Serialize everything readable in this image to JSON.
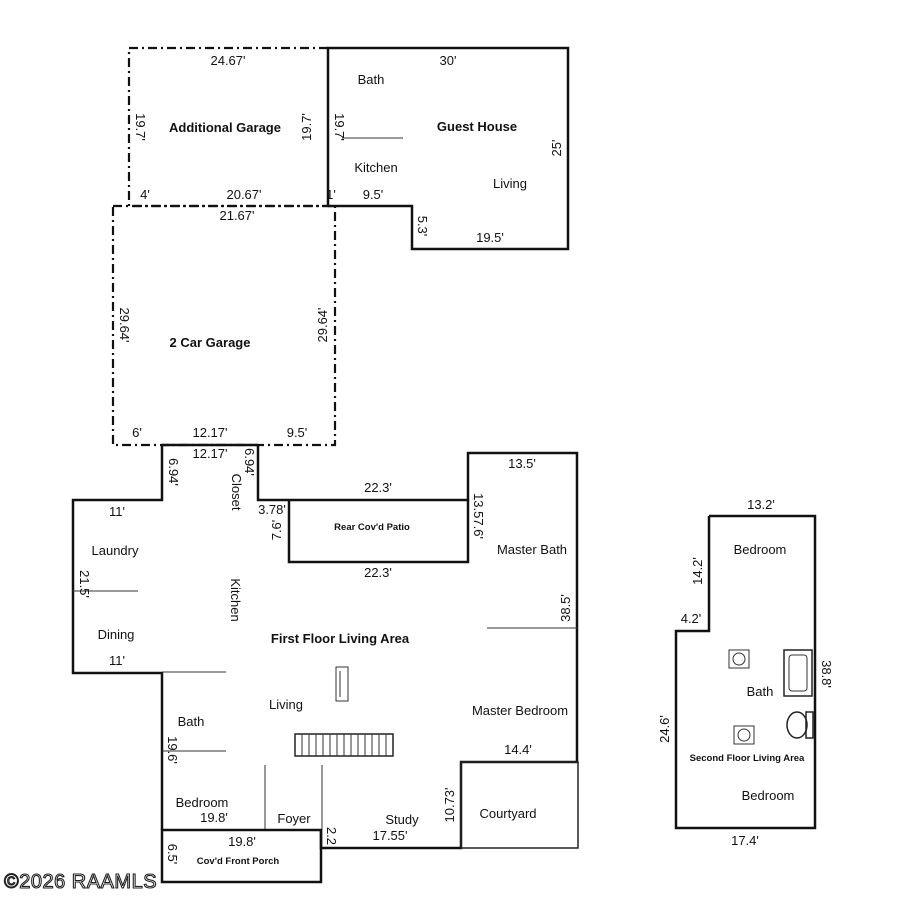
{
  "plan": {
    "rooms": {
      "additional_garage": "Additional Garage",
      "guest_house": "Guest House",
      "guest_bath": "Bath",
      "guest_kitchen": "Kitchen",
      "guest_living": "Living",
      "two_car_garage": "2 Car Garage",
      "closet": "Closet",
      "rear_patio": "Rear Cov'd Patio",
      "laundry": "Laundry",
      "dining": "Dining",
      "kitchen": "Kitchen",
      "first_floor": "First Floor Living Area",
      "master_bath": "Master Bath",
      "master_bedroom": "Master Bedroom",
      "living": "Living",
      "bath": "Bath",
      "bedroom": "Bedroom",
      "foyer": "Foyer",
      "study": "Study",
      "courtyard": "Courtyard",
      "front_porch": "Cov'd Front Porch",
      "second_bedroom_top": "Bedroom",
      "second_bath": "Bath",
      "second_floor": "Second Floor Living Area",
      "second_bedroom_bottom": "Bedroom"
    },
    "dims": {
      "ag_top": "24.67'",
      "ag_left": "19.7'",
      "ag_right": "19.7'",
      "ag_bottom_4": "4'",
      "ag_bottom_main": "20.67'",
      "ag_bottom_1": "1'",
      "gh_top": "30'",
      "gh_left": "19.7'",
      "gh_right": "25'",
      "gh_bottom_left": "9.5'",
      "gh_step": "5.3'",
      "gh_bottom": "19.5'",
      "cg_top": "21.67'",
      "cg_left": "29.64'",
      "cg_right": "29.64'",
      "cg_bottom_6": "6'",
      "cg_bottom_main": "12.17'",
      "cg_bottom_95": "9.5'",
      "ff_top_neck": "12.17'",
      "ff_neck_left": "6.94'",
      "ff_neck_right": "6.94'",
      "ff_laundry_top": "11'",
      "ff_left": "21.5'",
      "ff_dining_bottom": "11'",
      "ff_378": "3.78'",
      "ff_76": "7.6'",
      "patio_top": "22.3'",
      "patio_bottom": "22.3'",
      "patio_right": "13.57.6'",
      "mb_top": "13.5'",
      "ff_right": "38.5'",
      "mbed_bottom": "14.4'",
      "bath_left": "19.6'",
      "bed_bottom": "19.8'",
      "porch_top": "19.8'",
      "porch_left": "6.5'",
      "foyer_22": "2.2",
      "study_bottom": "17.55'",
      "courtyard_left": "10.73'",
      "sf_top": "13.2'",
      "sf_left_upper": "14.2'",
      "sf_step": "4.2'",
      "sf_left": "24.6'",
      "sf_right": "38.8'",
      "sf_bottom": "17.4'"
    }
  },
  "copyright": "©2026 RAAMLS"
}
